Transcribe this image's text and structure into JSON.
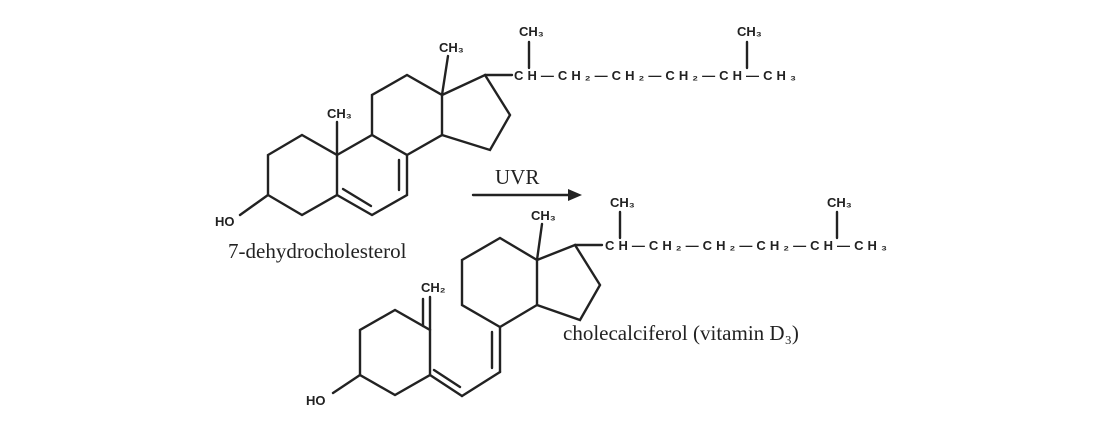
{
  "reaction": {
    "arrow_label": "UVR",
    "reactant": {
      "name": "7-dehydrocholesterol",
      "hydroxyl": "HO",
      "methyl_a": "CH₃",
      "methyl_b": "CH₃",
      "side_chain_methyl_1": "CH₃",
      "side_chain_methyl_2": "CH₃",
      "side_chain": "CH—CH₂—CH₂—CH₂—CH—CH₃"
    },
    "product": {
      "name": "cholecalciferol (vitamin D₃)",
      "hydroxyl": "HO",
      "methylene": "CH₂",
      "methyl": "CH₃",
      "side_chain_methyl_1": "CH₃",
      "side_chain_methyl_2": "CH₃",
      "side_chain": "CH—CH₂—CH₂—CH₂—CH—CH₃"
    }
  }
}
